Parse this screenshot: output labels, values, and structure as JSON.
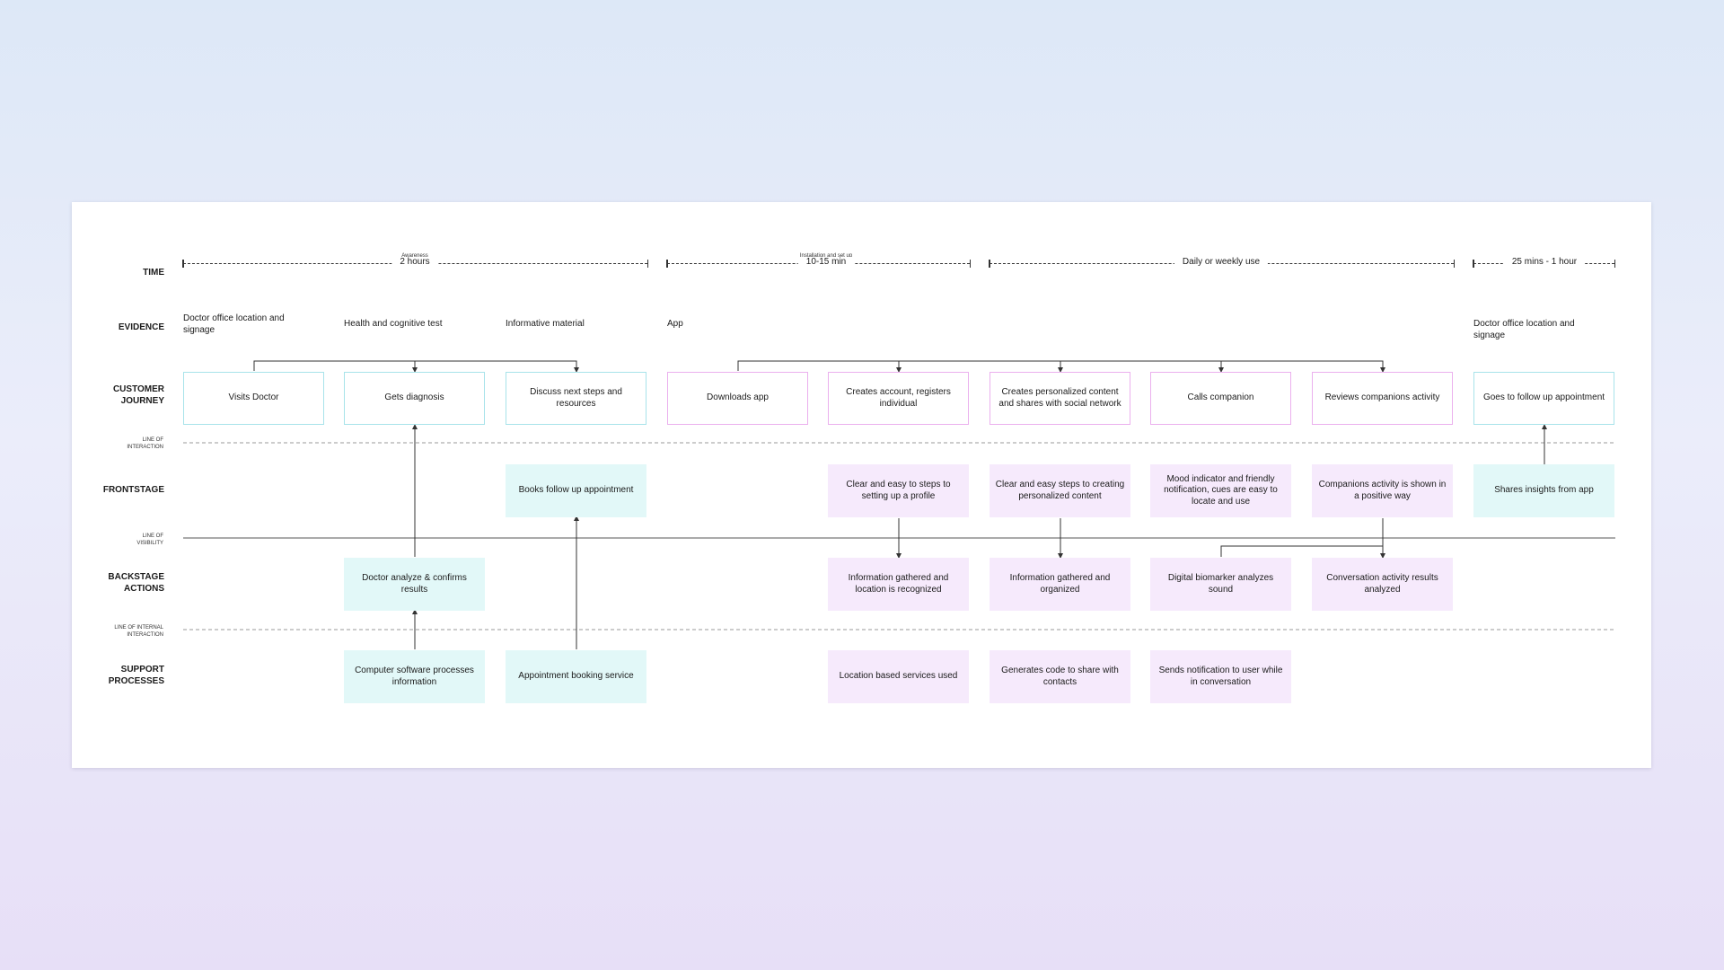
{
  "lanes": {
    "time": "TIME",
    "evidence": "EVIDENCE",
    "customer_journey": "CUSTOMER JOURNEY",
    "frontstage": "FRONTSTAGE",
    "backstage": "BACKSTAGE ACTIONS",
    "support": "SUPPORT PROCESSES"
  },
  "dividers": {
    "interaction": "LINE OF INTERACTION",
    "visibility": "LINE OF VISIBILITY",
    "internal": "LINE OF INTERNAL INTERACTION"
  },
  "phases": {
    "awareness": "Awareness",
    "installation": "Installation and set up"
  },
  "time_segments": {
    "seg1": "2 hours",
    "seg2": "10-15 min",
    "seg3": "Daily or weekly use",
    "seg4": "25 mins - 1 hour"
  },
  "evidence": {
    "c1": "Doctor office location and signage",
    "c2": "Health and cognitive test",
    "c3": "Informative material",
    "c4": "App",
    "c9": "Doctor office location and signage"
  },
  "journey": {
    "c1": "Visits Doctor",
    "c2": "Gets diagnosis",
    "c3": "Discuss next steps and resources",
    "c4": "Downloads app",
    "c5": "Creates account, registers individual",
    "c6": "Creates personalized content and shares with social network",
    "c7": "Calls companion",
    "c8": "Reviews companions activity",
    "c9": "Goes to follow up appointment"
  },
  "frontstage": {
    "c3": "Books follow up appointment",
    "c5": "Clear and easy to steps to setting up a profile",
    "c6": "Clear and easy steps to creating personalized content",
    "c7": "Mood indicator and friendly notification, cues are easy to locate and use",
    "c8": "Companions activity is shown in a positive way",
    "c9": "Shares insights from app"
  },
  "backstage": {
    "c2": "Doctor analyze & confirms results",
    "c5": "Information gathered and location is recognized",
    "c6": "Information gathered and organized",
    "c7": "Digital biomarker analyzes sound",
    "c8": "Conversation activity results analyzed"
  },
  "support": {
    "c2": "Computer software processes information",
    "c3": "Appointment booking service",
    "c5": "Location based services used",
    "c6": "Generates code to share with contacts",
    "c7": "Sends notification to user while in conversation"
  },
  "colors": {
    "cyan_outline": "#a8e3ea",
    "pink_outline": "#ebb0ee",
    "cyan_fill": "#e2f8f8",
    "lilac_fill": "#f6eafc",
    "line": "#333333"
  }
}
